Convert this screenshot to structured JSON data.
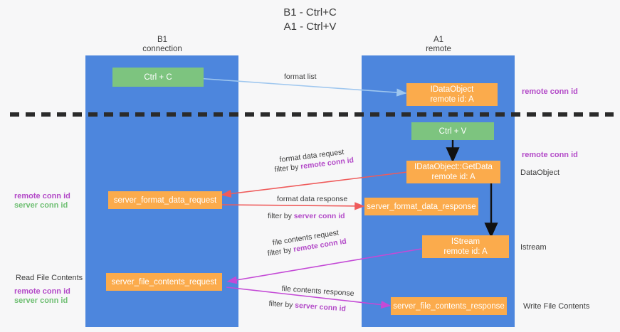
{
  "title": {
    "line1": "B1 - Ctrl+C",
    "line2": "A1 - Ctrl+V"
  },
  "lanes": [
    {
      "name": "b1",
      "title": "B1",
      "subtitle": "connection"
    },
    {
      "name": "a1",
      "title": "A1",
      "subtitle": "remote"
    }
  ],
  "nodes": {
    "ctrl_c": {
      "label": "Ctrl + C"
    },
    "ctrl_v": {
      "label": "Ctrl + V"
    },
    "idataobject": {
      "line1": "IDataObject",
      "line2": "remote id: A"
    },
    "getdata": {
      "line1": "IDataObject::GetData",
      "line2": "remote id: A"
    },
    "istream": {
      "line1": "IStream",
      "line2": "remote id: A"
    },
    "fmt_req": {
      "label": "server_format_data_request"
    },
    "fmt_resp": {
      "label": "server_format_data_response"
    },
    "file_req": {
      "label": "server_file_contents_request"
    },
    "file_resp": {
      "label": "server_file_contents_response"
    }
  },
  "edges": {
    "format_list": "format list",
    "format_data_request": "format data request",
    "format_data_request_filter_prefix": "filter by ",
    "format_data_request_filter_key": "remote conn id",
    "format_data_response": "format data response",
    "format_data_response_filter_prefix": "filter by ",
    "format_data_response_filter_key": "server conn id",
    "file_contents_request": "file contents request",
    "file_contents_request_filter_prefix": "filter by ",
    "file_contents_request_filter_key": "remote conn id",
    "file_contents_response": "file contents response",
    "file_contents_response_filter_prefix": "filter by ",
    "file_contents_response_filter_key": "server conn id"
  },
  "annotations": {
    "right_remote_conn_id_top": "remote conn id",
    "right_remote_conn_id_mid": "remote conn id",
    "right_dataobject": "DataObject",
    "right_istream": "Istream",
    "right_write_file_contents": "Write File Contents",
    "left_remote_conn_id_mid": "remote conn id",
    "left_server_conn_id_mid": "server conn id",
    "left_read_file_contents": "Read File Contents",
    "left_remote_conn_id_bottom": "remote conn id",
    "left_server_conn_id_bottom": "server conn id"
  },
  "colors": {
    "lane": "#4d86dd",
    "green_node": "#7dc47f",
    "orange_node": "#fbab4c",
    "magenta": "#b34ac8",
    "green_text": "#6fbf73",
    "arrow_blue": "#9fc7ef",
    "arrow_red": "#ef5b5b",
    "arrow_magenta": "#c44ad6",
    "arrow_black": "#111111",
    "background": "#f7f7f8"
  }
}
